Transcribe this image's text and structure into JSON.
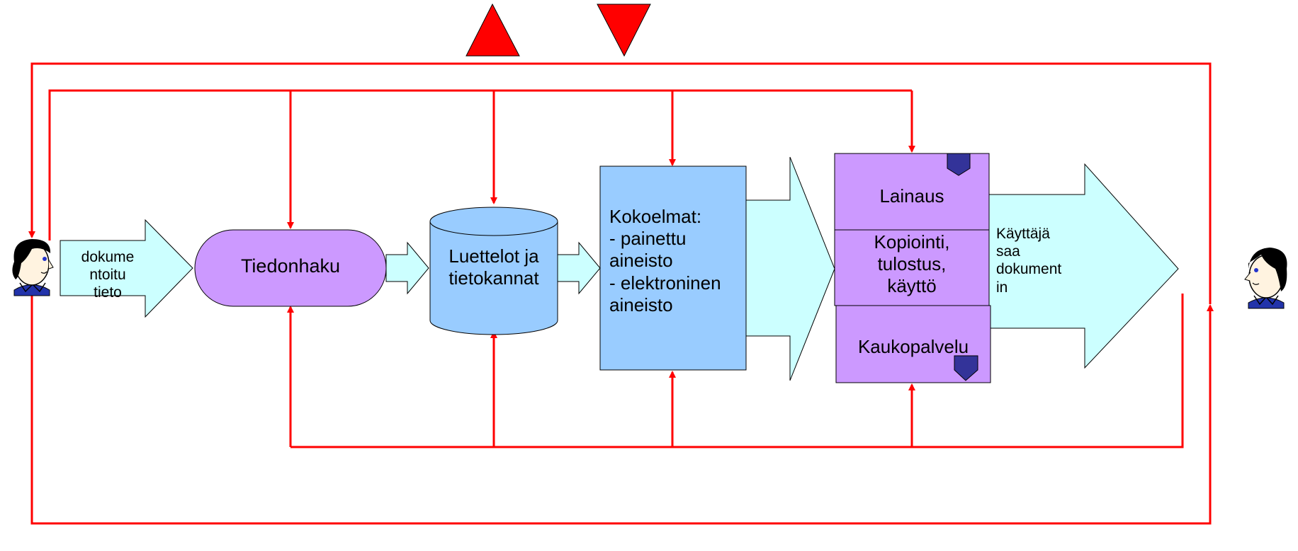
{
  "diagram": {
    "input_label": "dokume\nntoitu\ntieto",
    "search_label": "Tiedonhaku",
    "catalog_label": "Luettelot ja\ntietokannat",
    "collections_label": "Kokoelmat:\n- painettu\naineisto\n- elektroninen\naineisto",
    "loan_label": "Lainaus",
    "copy_label": "Kopiointi,\ntulostus,\nkäyttö",
    "ill_label": "Kaukopalvelu",
    "output_label": "Käyttäjä\nsaa\ndokument\nin"
  },
  "colors": {
    "line_red": "#ff0000",
    "arrow_fill": "#ccffff",
    "purple": "#cc99ff",
    "blue": "#99ccff",
    "tab_navy": "#333399",
    "hair": "#000000",
    "face": "#fff3e0",
    "shirt": "#2233aa"
  }
}
